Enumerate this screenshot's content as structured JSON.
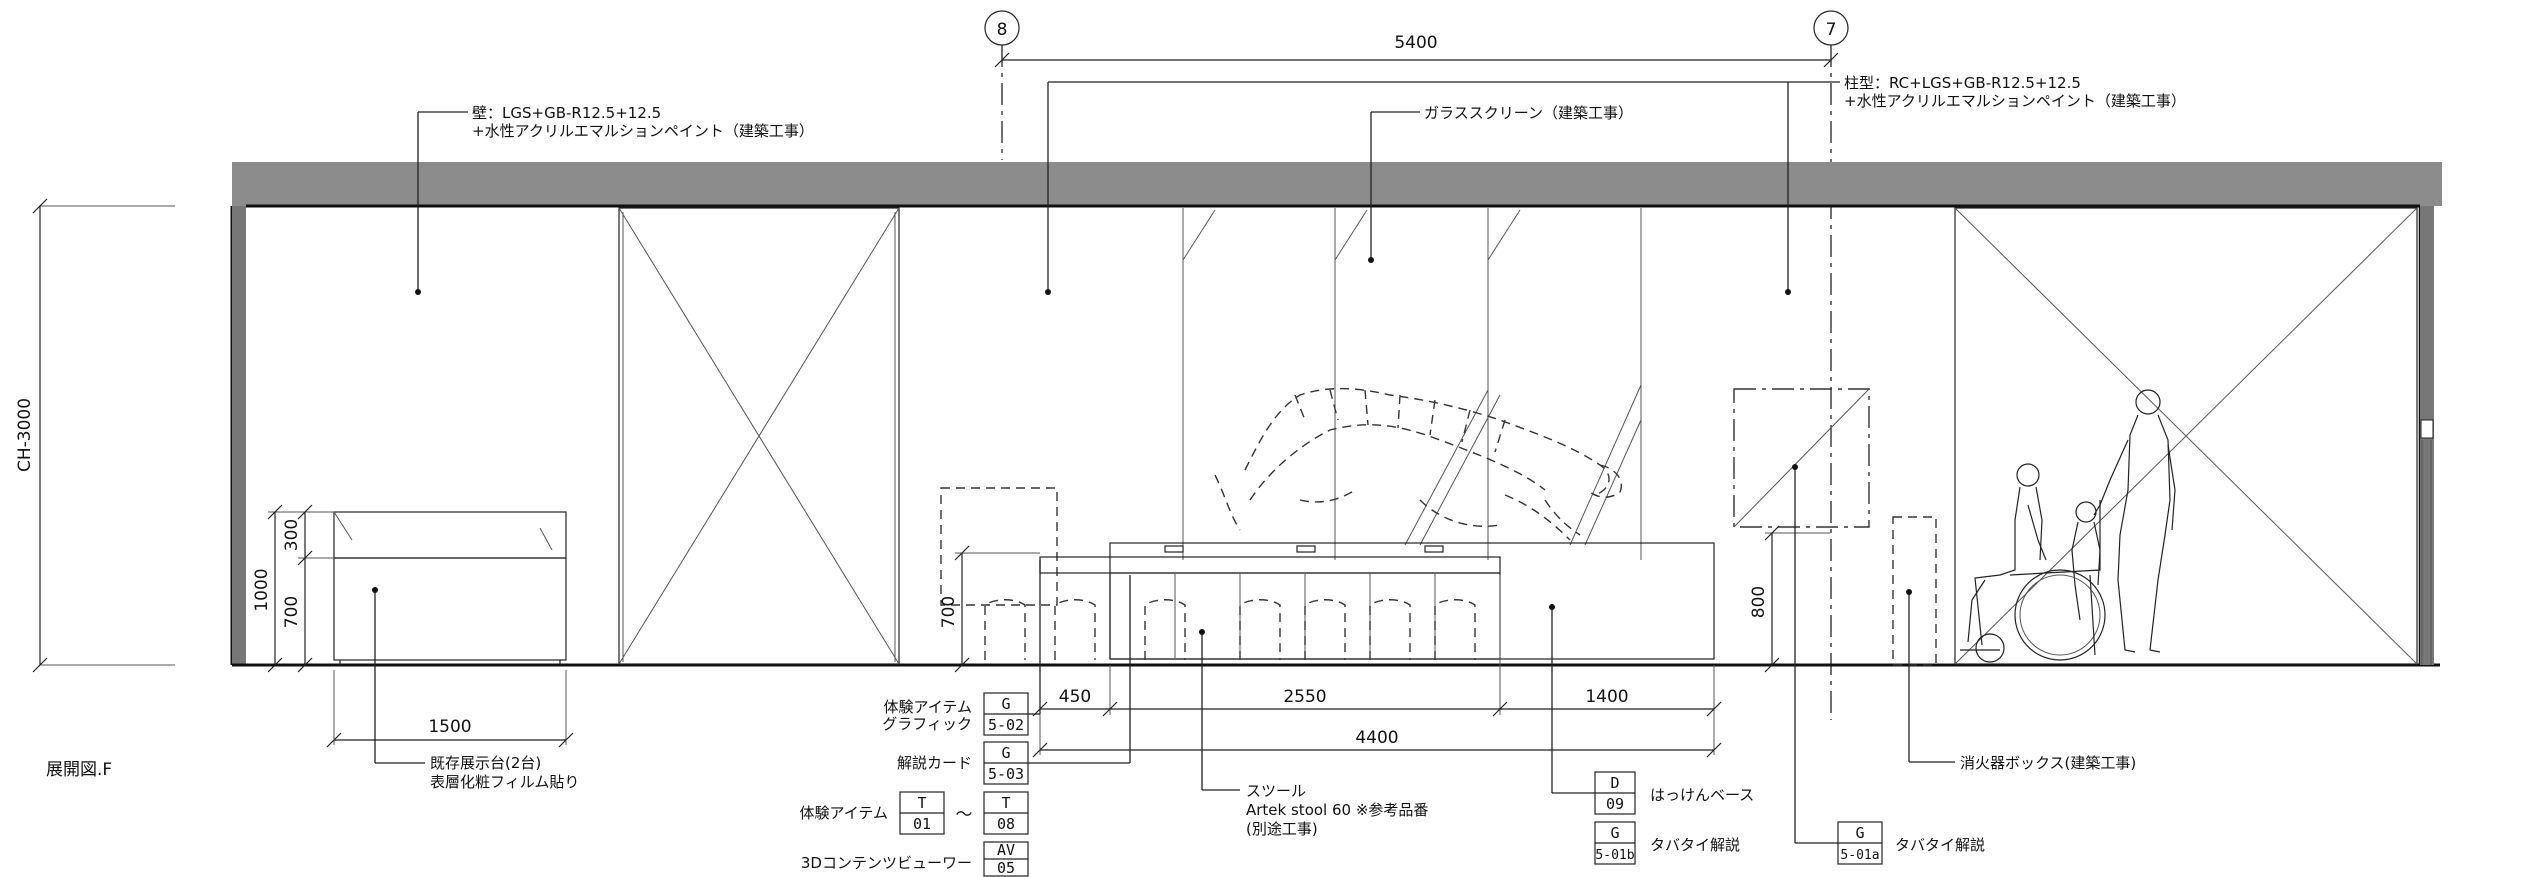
{
  "title": "展開図.F",
  "grid": {
    "left": "8",
    "right": "7",
    "span": "5400"
  },
  "dims": {
    "ceiling_height": "CH-3000",
    "display_total": "1000",
    "display_top": "300",
    "display_base": "700",
    "display_width": "1500",
    "stool_height": "700",
    "pipe_height": "800",
    "d450": "450",
    "d2550": "2550",
    "d1400": "1400",
    "d4400": "4400"
  },
  "notes": {
    "wall_line1": "壁：LGS+GB-R12.5+12.5",
    "wall_line2": "+水性アクリルエマルションペイント（建築工事）",
    "column_line1": "柱型：RC+LGS+GB-R12.5+12.5",
    "column_line2": "+水性アクリルエマルションペイント（建築工事）",
    "glass": "ガラススクリーン（建築工事）",
    "display_line1": "既存展示台(2台)",
    "display_line2": "表層化粧フィルム貼り",
    "stool_line1": "スツール",
    "stool_line2": "Artek stool 60 ※参考品番",
    "stool_line3": "(別途工事)",
    "extinguisher": "消火器ボックス(建築工事)",
    "hakken": "はっけんベース",
    "tabatai1": "タバタイ解説",
    "tabatai2": "タバタイ解説"
  },
  "legend": {
    "exp_graphic_label1": "体験アイテム",
    "exp_graphic_label2": "グラフィック",
    "exp_graphic_top": "G",
    "exp_graphic_bottom": "5-02",
    "card_label": "解説カード",
    "card_top": "G",
    "card_bottom": "5-03",
    "exp_item_label": "体験アイテム",
    "exp_item_a_top": "T",
    "exp_item_a_bottom": "01",
    "tilde": "～",
    "exp_item_b_top": "T",
    "exp_item_b_bottom": "08",
    "viewer_label": "3Dコンテンツビューワー",
    "viewer_top": "AV",
    "viewer_bottom": "05",
    "d09_top": "D",
    "d09_bottom": "09",
    "g501b_top": "G",
    "g501b_bottom": "5-01b",
    "g501a_top": "G",
    "g501a_bottom": "5-01a"
  }
}
